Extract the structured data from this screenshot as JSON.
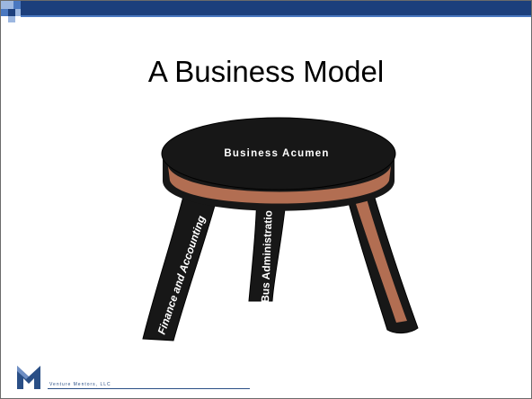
{
  "slide": {
    "title": "A Business Model",
    "colors": {
      "navy": "#1c3f7c",
      "blue": "#4a78c0",
      "light_blue": "#9cb7e0",
      "wood": "#b26e52",
      "outline": "#222222"
    }
  },
  "stool": {
    "seat_label": "Business Acumen",
    "legs": [
      {
        "label": "Finance and Accounting"
      },
      {
        "label": "Bus Administration"
      },
      {
        "label": ""
      }
    ]
  },
  "footer": {
    "company": "Venture Mentors, LLC",
    "logo_icon": "m-logo-icon"
  }
}
